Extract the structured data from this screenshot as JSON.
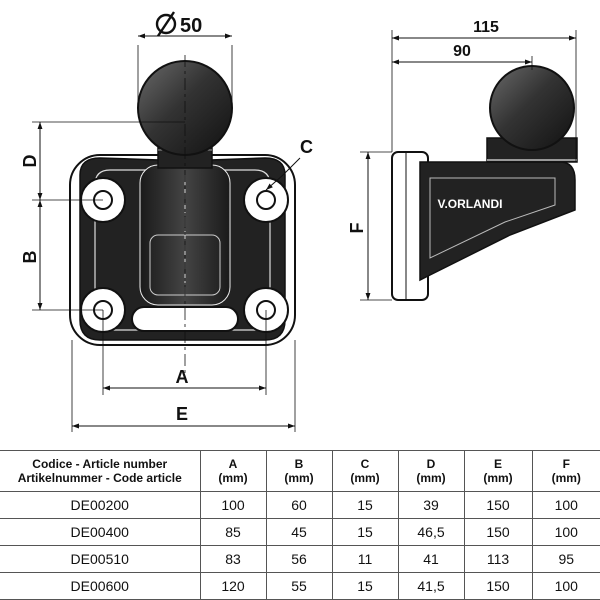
{
  "drawing": {
    "front": {
      "dim_ball": "50",
      "dim_a": "A",
      "dim_b": "B",
      "dim_c": "C",
      "dim_d": "D",
      "dim_e": "E"
    },
    "side": {
      "dim_115": "115",
      "dim_90": "90",
      "dim_f": "F",
      "brand": "V.ORLANDI"
    }
  },
  "table": {
    "header": {
      "code_line1": "Codice - Article number",
      "code_line2": "Artikelnummer - Code article",
      "cols": [
        {
          "letter": "A",
          "unit": "(mm)"
        },
        {
          "letter": "B",
          "unit": "(mm)"
        },
        {
          "letter": "C",
          "unit": "(mm)"
        },
        {
          "letter": "D",
          "unit": "(mm)"
        },
        {
          "letter": "E",
          "unit": "(mm)"
        },
        {
          "letter": "F",
          "unit": "(mm)"
        }
      ]
    },
    "rows": [
      {
        "code": "DE00200",
        "a": "100",
        "b": "60",
        "c": "15",
        "d": "39",
        "e": "150",
        "f": "100"
      },
      {
        "code": "DE00400",
        "a": "85",
        "b": "45",
        "c": "15",
        "d": "46,5",
        "e": "150",
        "f": "100"
      },
      {
        "code": "DE00510",
        "a": "83",
        "b": "56",
        "c": "11",
        "d": "41",
        "e": "113",
        "f": "95"
      },
      {
        "code": "DE00600",
        "a": "120",
        "b": "55",
        "c": "15",
        "d": "41,5",
        "e": "150",
        "f": "100"
      }
    ]
  }
}
